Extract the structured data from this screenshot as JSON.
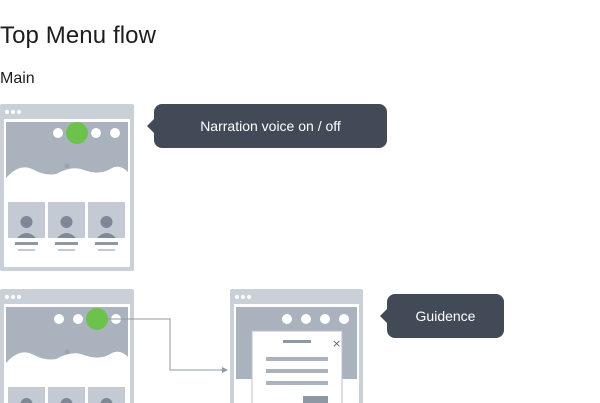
{
  "title": "Top Menu flow",
  "section": "Main",
  "callouts": {
    "narration": "Narration voice on / off",
    "guidance": "Guidence"
  },
  "colors": {
    "frame": "#c3cad3",
    "frame_dark": "#8e98a5",
    "highlight": "#6cc24a",
    "callout_bg": "#414a56"
  },
  "icons": {
    "close": "×"
  }
}
